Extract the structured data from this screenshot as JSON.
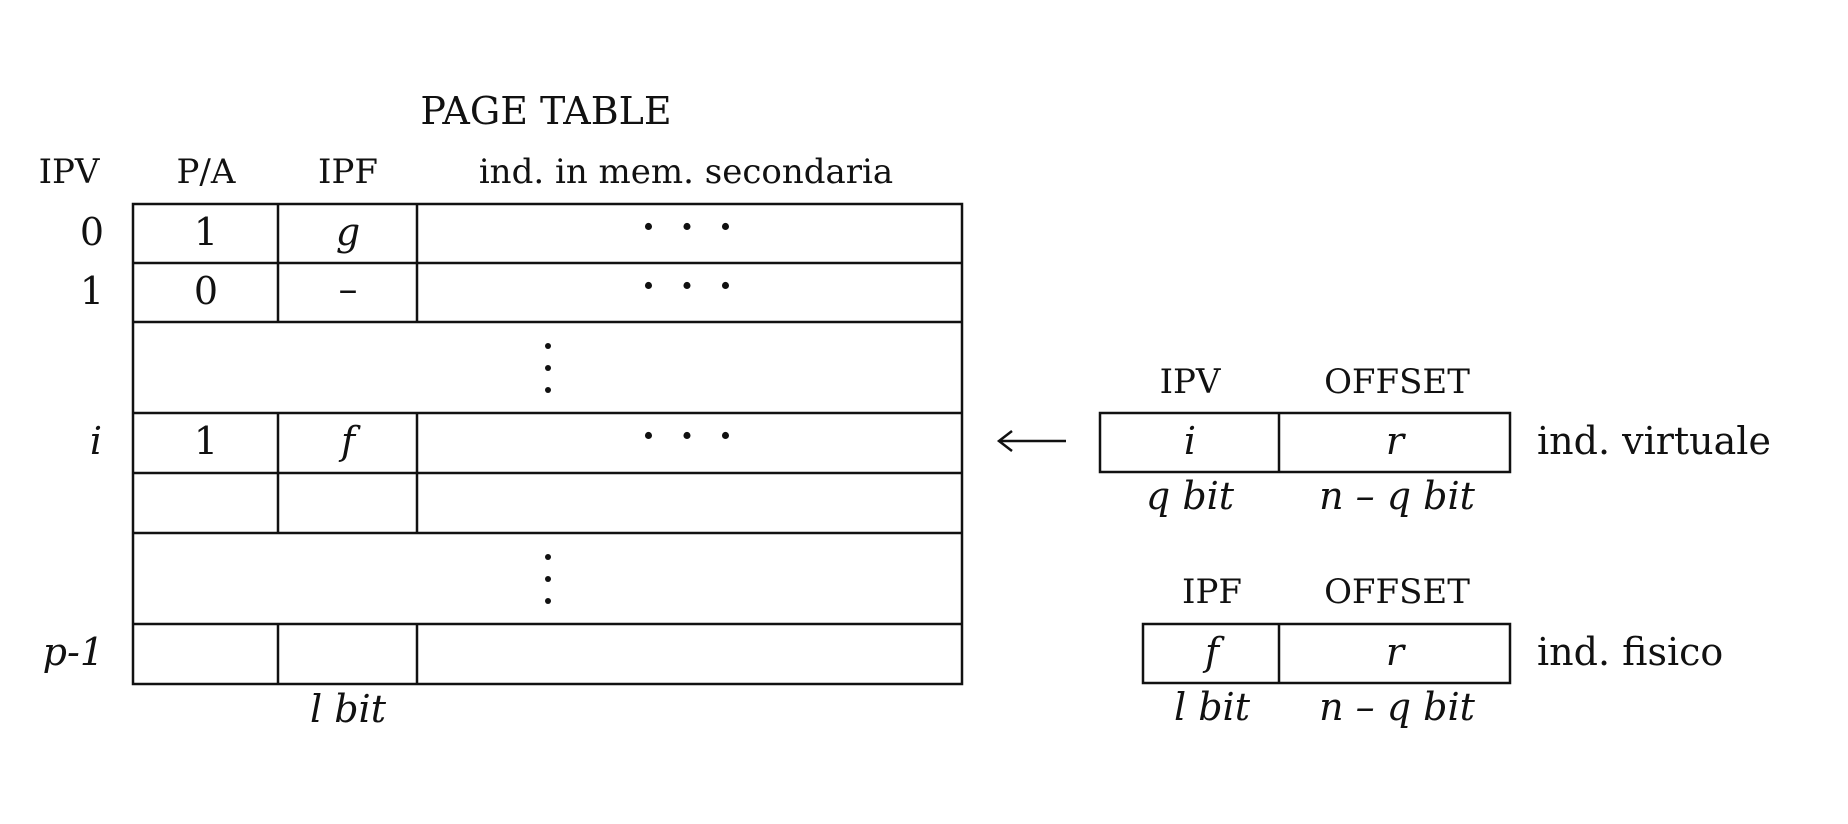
{
  "page_table": {
    "title": "PAGE TABLE",
    "columns": {
      "ipv": "IPV",
      "pa": "P/A",
      "ipf": "IPF",
      "secondary": "ind. in mem. secondaria"
    },
    "rows": [
      {
        "ipv": "0",
        "pa": "1",
        "ipf": "g",
        "secondary": "· · ·"
      },
      {
        "ipv": "1",
        "pa": "0",
        "ipf": "–",
        "secondary": "· · ·"
      },
      {
        "ipv": "i",
        "pa": "1",
        "ipf": "f",
        "secondary": "· · ·"
      },
      {
        "ipv": "p-1",
        "pa": "",
        "ipf": "",
        "secondary": ""
      }
    ],
    "ipf_width_label": "l bit"
  },
  "virtual_address": {
    "arrow": "⟵",
    "field1_header": "IPV",
    "field2_header": "OFFSET",
    "field1_value": "i",
    "field2_value": "r",
    "field1_width": "q bit",
    "field2_width": "n – q bit",
    "label": "ind. virtuale"
  },
  "physical_address": {
    "field1_header": "IPF",
    "field2_header": "OFFSET",
    "field1_value": "f",
    "field2_value": "r",
    "field1_width": "l bit",
    "field2_width": "n – q bit",
    "label": "ind. fisico"
  }
}
